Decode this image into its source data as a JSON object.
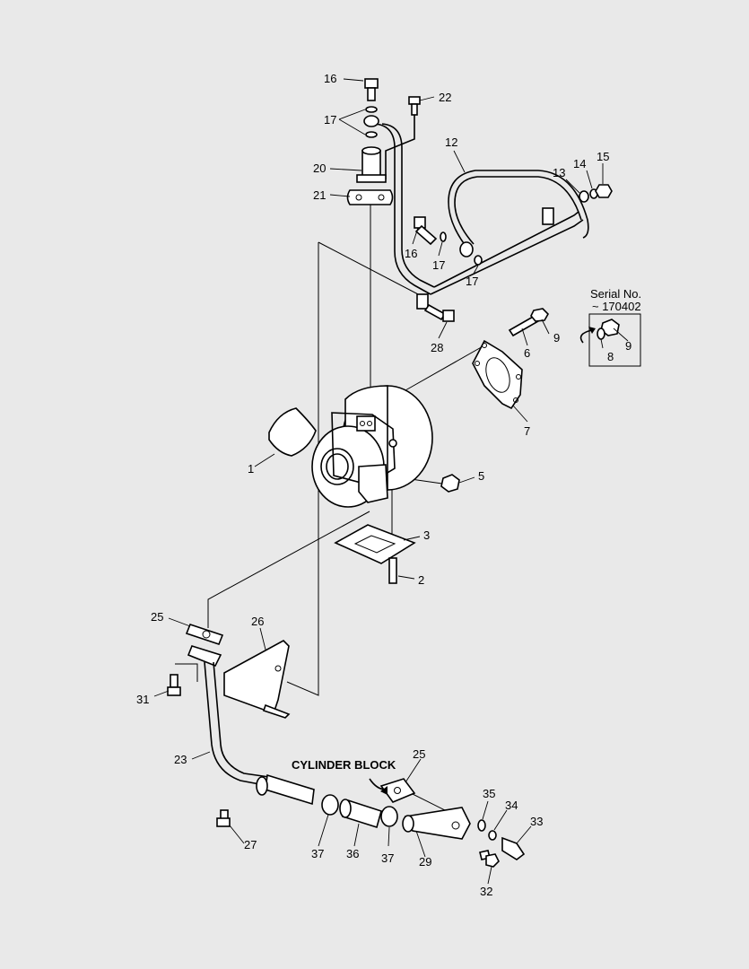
{
  "labels": {
    "p1": "1",
    "p2": "2",
    "p3": "3",
    "p5": "5",
    "p6": "6",
    "p7": "7",
    "p8": "8",
    "p9a": "9",
    "p9b": "9",
    "p12": "12",
    "p13": "13",
    "p14": "14",
    "p15": "15",
    "p16a": "16",
    "p16b": "16",
    "p17a": "17",
    "p17b": "17",
    "p17c": "17",
    "p20": "20",
    "p21": "21",
    "p22": "22",
    "p23": "23",
    "p25a": "25",
    "p25b": "25",
    "p26": "26",
    "p27": "27",
    "p28": "28",
    "p29": "29",
    "p31": "31",
    "p32": "32",
    "p33": "33",
    "p34": "34",
    "p35": "35",
    "p36": "36",
    "p37a": "37",
    "p37b": "37"
  },
  "serial": {
    "line1": "Serial No.",
    "line2": "~ 170402"
  },
  "cylinder_block": "CYLINDER BLOCK"
}
